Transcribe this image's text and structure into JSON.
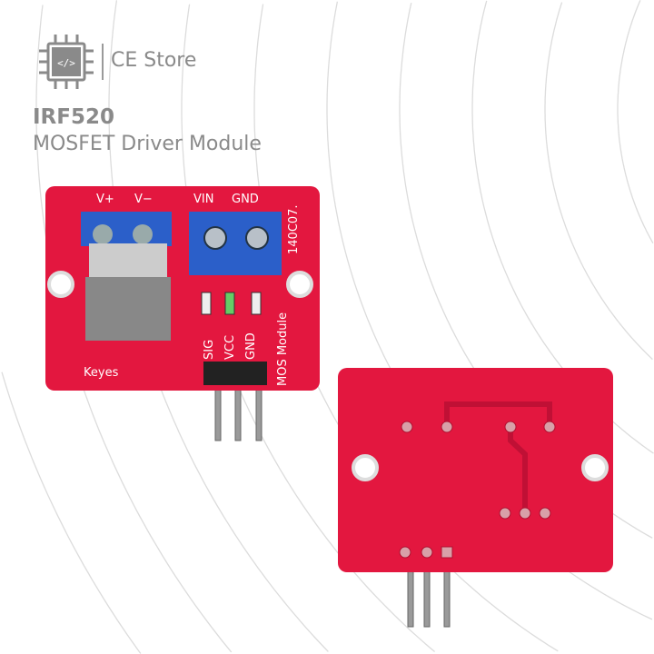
{
  "brand": {
    "name": "CE Store",
    "logo_icon": "chip-code-icon",
    "logo_glyph": "</>"
  },
  "product": {
    "title": "IRF520",
    "subtitle": "MOSFET Driver Module"
  },
  "front_board": {
    "labels": {
      "vplus": "V+",
      "vminus": "V−",
      "vin": "VIN",
      "gnd": "GND",
      "code": "140C07.",
      "module": "MOS Module",
      "sig": "SIG",
      "vcc": "VCC",
      "gnd_pin": "GND",
      "maker": "Keyes"
    }
  },
  "colors": {
    "pcb": "#e3173f",
    "terminal": "#2b5fc9",
    "text": "#8a8a8a"
  }
}
